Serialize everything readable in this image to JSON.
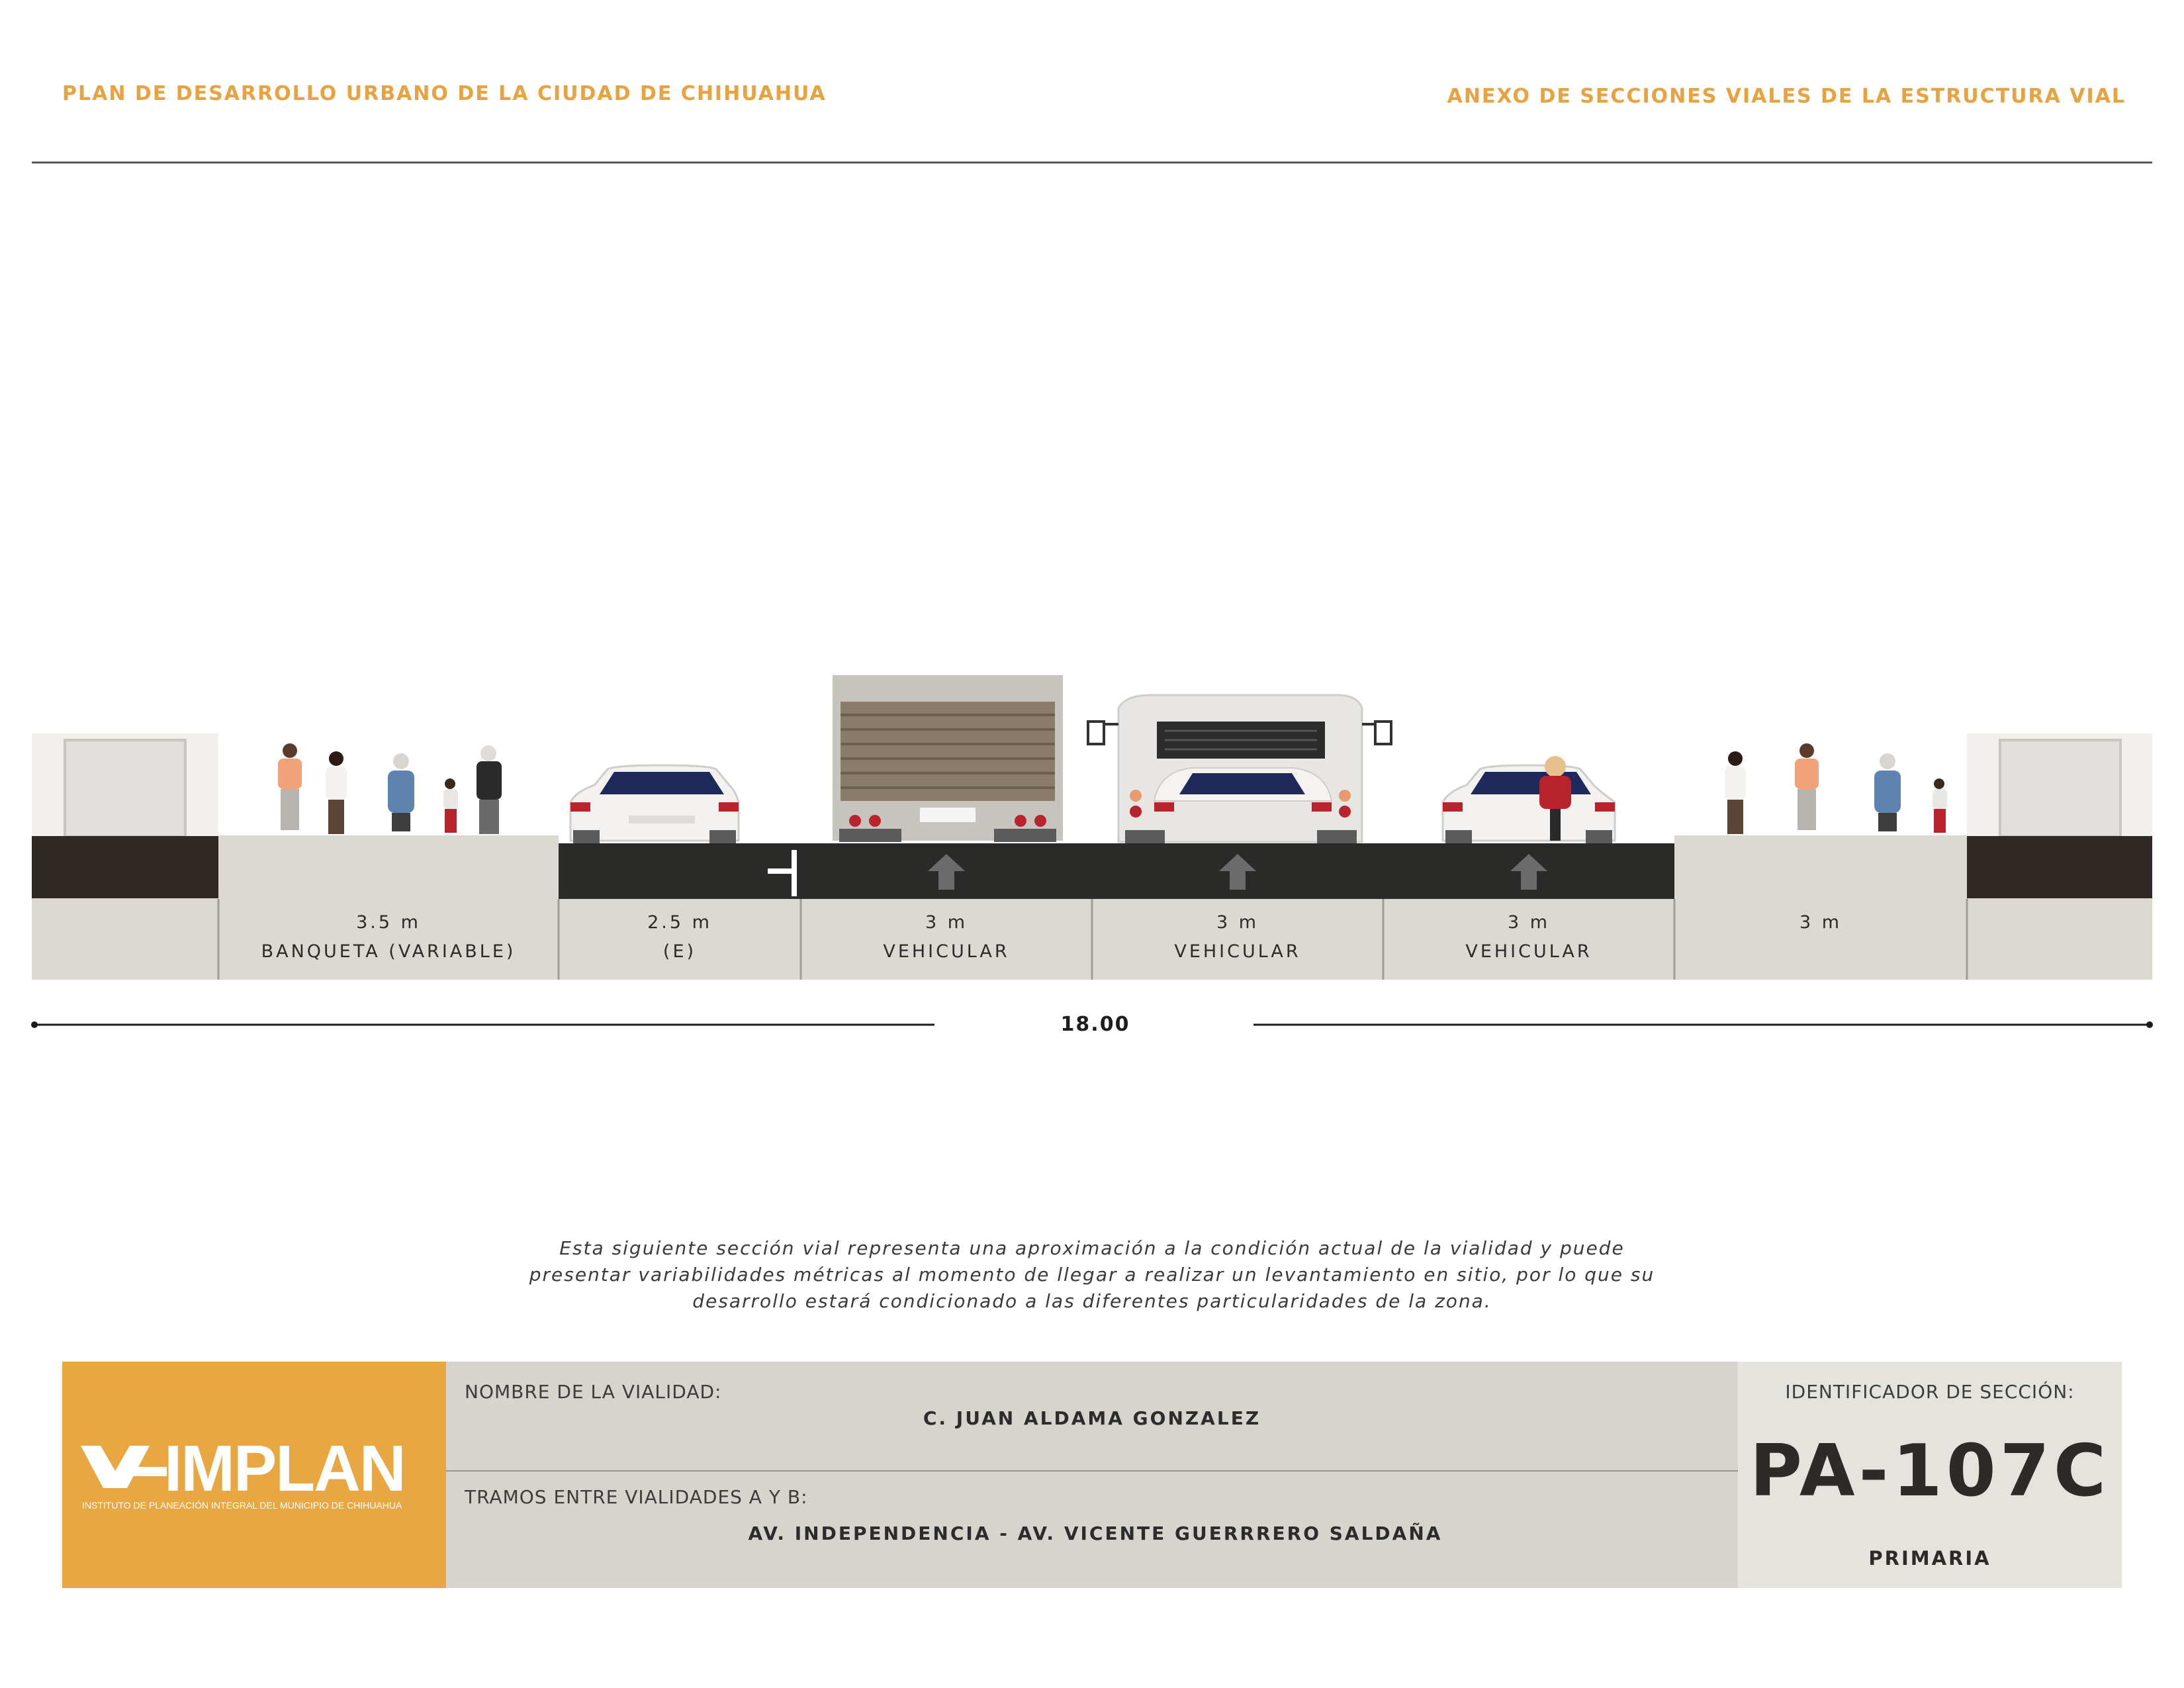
{
  "header": {
    "left_title": "PLAN DE DESARROLLO URBANO DE LA CIUDAD DE CHIHUAHUA",
    "right_title": "ANEXO DE SECCIONES VIALES DE LA ESTRUCTURA VIAL"
  },
  "section": {
    "lanes": [
      {
        "width": "3.5 m",
        "name": "BANQUETA (VARIABLE)"
      },
      {
        "width": "2.5 m",
        "name": "(E)"
      },
      {
        "width": "3 m",
        "name": "VEHICULAR"
      },
      {
        "width": "3 m",
        "name": "VEHICULAR"
      },
      {
        "width": "3 m",
        "name": "VEHICULAR"
      },
      {
        "width": "3 m",
        "name": ""
      }
    ],
    "total_width": "18.00"
  },
  "note": "Esta siguiente sección vial representa una aproximación a la condición actual de la vialidad y puede presentar variabilidades métricas al momento de llegar a realizar un levantamiento en sitio, por lo que su desarrollo estará condicionado a las diferentes particularidades de la zona.",
  "info": {
    "road_name_label": "NOMBRE DE LA VIALIDAD:",
    "road_name": "C. JUAN ALDAMA GONZALEZ",
    "segment_label": "TRAMOS ENTRE VIALIDADES A Y B:",
    "segment": "AV. INDEPENDENCIA - AV. VICENTE GUERRRERO SALDAÑA",
    "section_id_label": "IDENTIFICADOR DE SECCIÓN:",
    "section_id": "PA-107C",
    "section_type": "PRIMARIA"
  },
  "logo": {
    "word": "IMPLAN",
    "subtitle": "INSTITUTO DE PLANEACIÓN INTEGRAL DEL MUNICIPIO DE CHIHUAHUA"
  },
  "colors": {
    "accent": "#e8a23f",
    "asphalt": "#2a2b29",
    "sidewalk": "#d8d4ce",
    "dark_band": "#2f2824"
  }
}
